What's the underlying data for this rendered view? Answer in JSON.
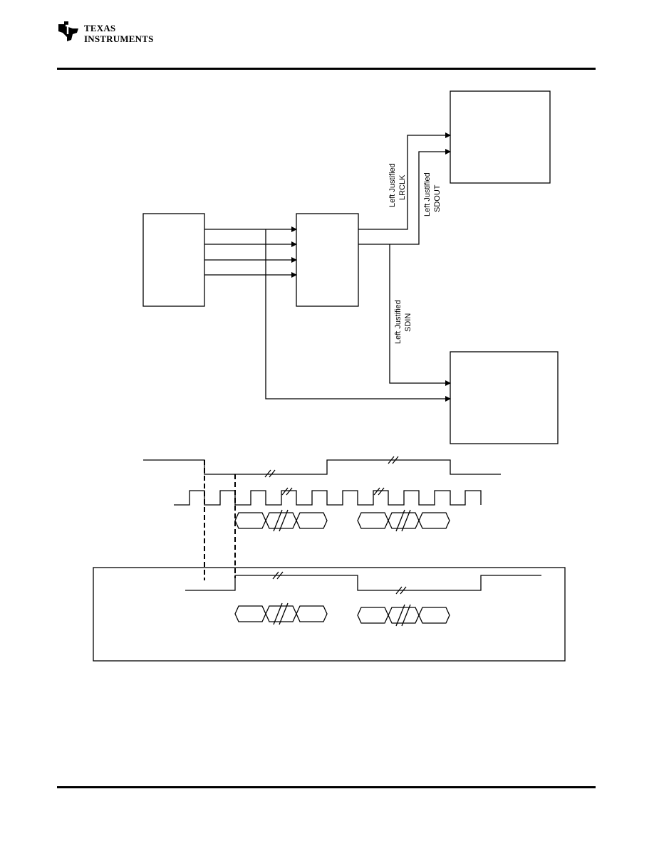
{
  "logo": {
    "line1": "TEXAS",
    "line2": "INSTRUMENTS",
    "icon": "texas-state-logo-icon"
  },
  "labels": {
    "lrclk_line1": "Left Justified",
    "lrclk_line2": "LRCLK",
    "sdout_line1": "Left Justified",
    "sdout_line2": "SDOUT",
    "sdin_line1": "Left Justified",
    "sdin_line2": "SDIN"
  }
}
